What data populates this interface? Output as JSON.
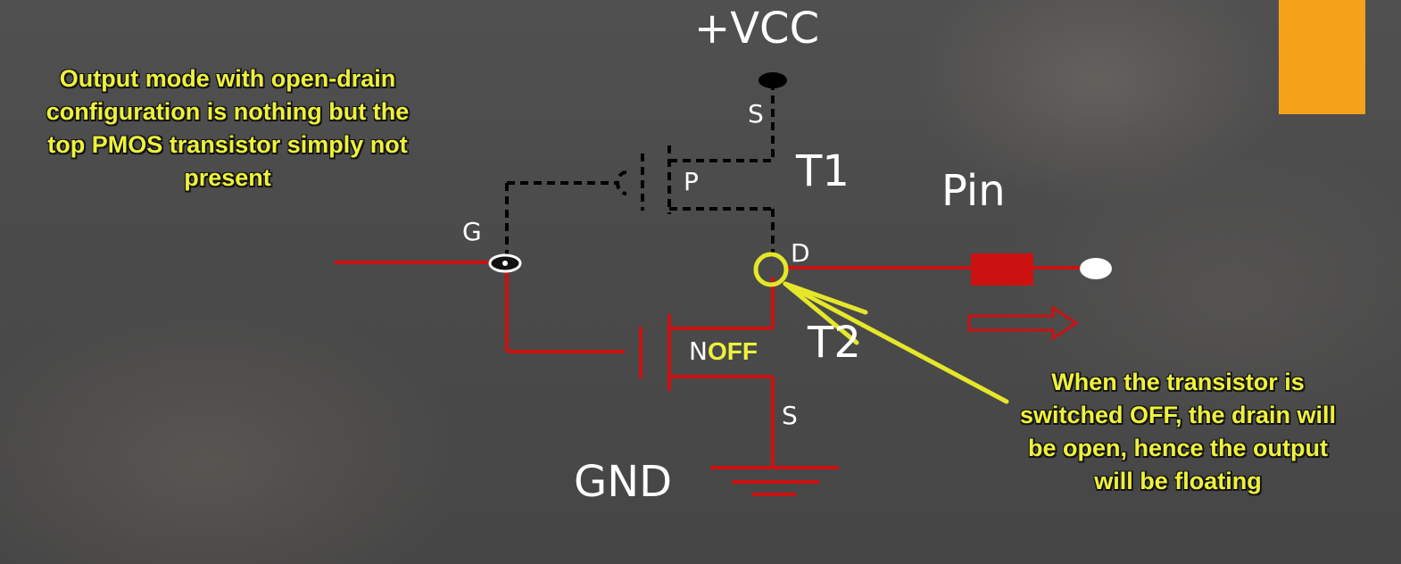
{
  "labels": {
    "vcc": "+VCC",
    "gnd": "GND",
    "pin": "Pin",
    "t1": "T1",
    "t2": "T2",
    "gate": "G",
    "drain": "D",
    "source_top": "S",
    "source_bottom": "S",
    "pmos": "P",
    "nmos": "N",
    "off": "OFF"
  },
  "notes": {
    "left": [
      "Output mode with open-drain",
      "configuration is nothing but the",
      "top PMOS transistor simply not",
      "present"
    ],
    "right": [
      "When the transistor is",
      "switched OFF, the drain will",
      "be open, hence the output",
      "will be floating"
    ]
  },
  "colors": {
    "wire": "#cc1111",
    "dashed": "#000000",
    "highlight": "#e6e62a",
    "note_text": "#eef23c",
    "accent_block": "#f5a21b"
  }
}
